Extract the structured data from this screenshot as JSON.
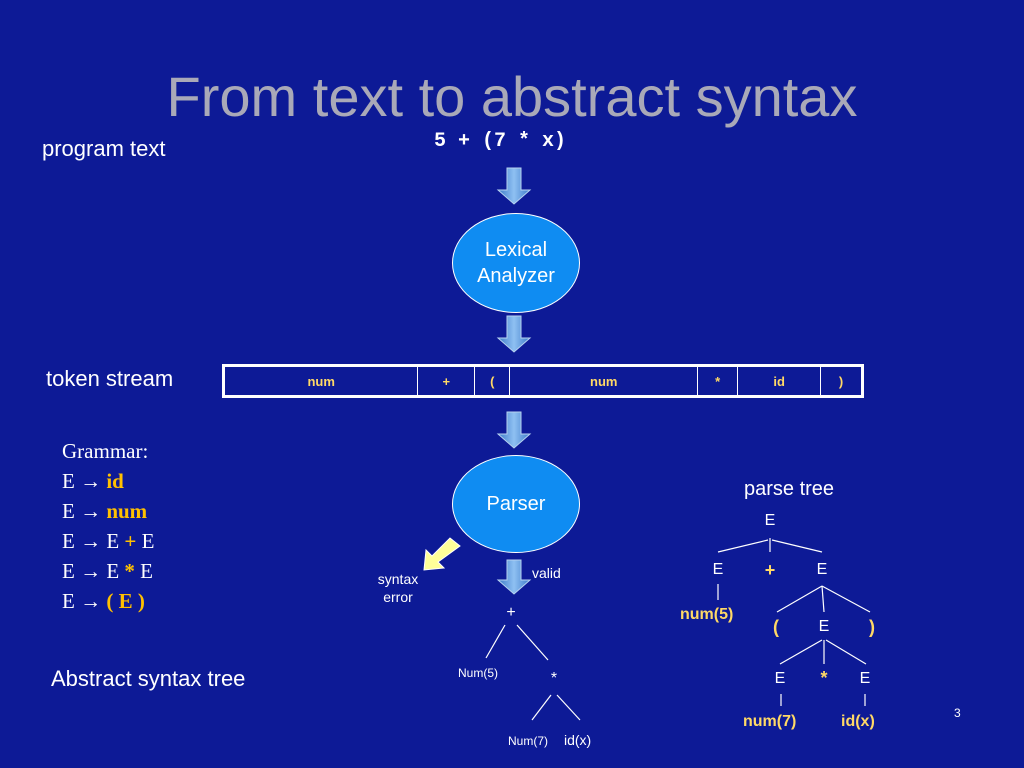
{
  "slide": {
    "title": "From text to abstract syntax",
    "page_number": "3"
  },
  "program": {
    "label": "program text",
    "code": "5 + (7 * x)"
  },
  "lexer": {
    "label_line1": "Lexical",
    "label_line2": "Analyzer"
  },
  "tokens": {
    "label": "token stream",
    "items": [
      "num",
      "+",
      "(",
      "num",
      "*",
      "id",
      ")"
    ]
  },
  "grammar": {
    "heading": "Grammar:",
    "lhs": "E",
    "arrow": "→",
    "rules": [
      {
        "rhs_plain_before": "",
        "rhs_gold": "id",
        "rhs_plain_after": ""
      },
      {
        "rhs_plain_before": "",
        "rhs_gold": "num",
        "rhs_plain_after": ""
      },
      {
        "rhs_plain_before": "E ",
        "rhs_gold": "+",
        "rhs_plain_after": " E"
      },
      {
        "rhs_plain_before": "E ",
        "rhs_gold": "*",
        "rhs_plain_after": " E"
      },
      {
        "rhs_plain_before": "",
        "rhs_gold": "( E )",
        "rhs_plain_after": ""
      }
    ]
  },
  "parser": {
    "label": "Parser",
    "error_label_line1": "syntax",
    "error_label_line2": "error",
    "valid_label": "valid"
  },
  "ast": {
    "label": "Abstract syntax tree",
    "root": "+",
    "left": "Num(5)",
    "right": "*",
    "right_left": "Num(7)",
    "right_right": "id(x)"
  },
  "parse_tree": {
    "label": "parse tree",
    "root": "E",
    "l1_left": "E",
    "l1_op": "+",
    "l1_right": "E",
    "leaf_num5": "num(5)",
    "paren_open": "(",
    "paren_E": "E",
    "paren_close": ")",
    "l3_left": "E",
    "l3_op": "*",
    "l3_right": "E",
    "leaf_num7": "num(7)",
    "leaf_idx": "id(x)"
  },
  "colors": {
    "background": "#0d1a96",
    "node_fill": "#0f8cf2",
    "arrow_fill": "#5b9bd5",
    "highlight": "#ffc000",
    "title": "#a9a9b8"
  }
}
